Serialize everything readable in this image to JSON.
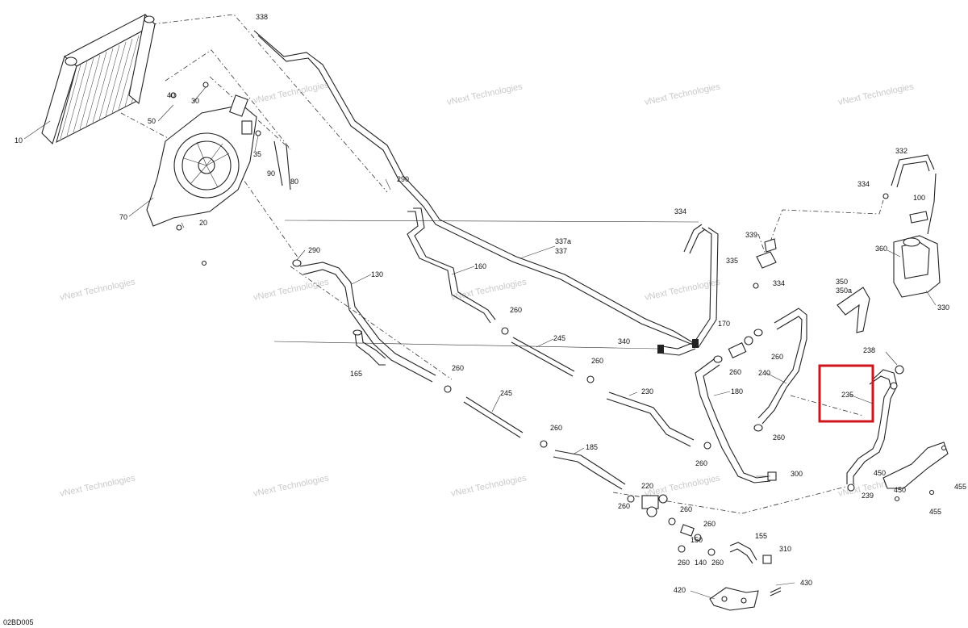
{
  "diagram_code": "02BD005",
  "watermark_text": "vNext Technologies",
  "highlight_color": "#d0141b",
  "highlighted_part": "235",
  "callouts": [
    {
      "id": "c338",
      "text": "338"
    },
    {
      "id": "c40",
      "text": "40"
    },
    {
      "id": "c30",
      "text": "30"
    },
    {
      "id": "c50",
      "text": "50"
    },
    {
      "id": "c10",
      "text": "10"
    },
    {
      "id": "c35",
      "text": "35"
    },
    {
      "id": "c90",
      "text": "90"
    },
    {
      "id": "c80",
      "text": "80"
    },
    {
      "id": "c70",
      "text": "70"
    },
    {
      "id": "c20",
      "text": "20"
    },
    {
      "id": "c290a",
      "text": "290"
    },
    {
      "id": "c290b",
      "text": "290"
    },
    {
      "id": "c130",
      "text": "130"
    },
    {
      "id": "c165",
      "text": "165"
    },
    {
      "id": "c160",
      "text": "160"
    },
    {
      "id": "c337a",
      "text": "337a"
    },
    {
      "id": "c337",
      "text": "337"
    },
    {
      "id": "c260a",
      "text": "260"
    },
    {
      "id": "c245a",
      "text": "245"
    },
    {
      "id": "c260b",
      "text": "260"
    },
    {
      "id": "c245b",
      "text": "245"
    },
    {
      "id": "c260c",
      "text": "260"
    },
    {
      "id": "c230",
      "text": "230"
    },
    {
      "id": "c260d",
      "text": "260"
    },
    {
      "id": "c185",
      "text": "185"
    },
    {
      "id": "c340",
      "text": "340"
    },
    {
      "id": "c334a",
      "text": "334"
    },
    {
      "id": "c339",
      "text": "339"
    },
    {
      "id": "c335",
      "text": "335"
    },
    {
      "id": "c334b",
      "text": "334"
    },
    {
      "id": "c170",
      "text": "170"
    },
    {
      "id": "c260e",
      "text": "260"
    },
    {
      "id": "c260f",
      "text": "260"
    },
    {
      "id": "c240",
      "text": "240"
    },
    {
      "id": "c180",
      "text": "180"
    },
    {
      "id": "c260g",
      "text": "260"
    },
    {
      "id": "c260h",
      "text": "260"
    },
    {
      "id": "c300",
      "text": "300"
    },
    {
      "id": "c332",
      "text": "332"
    },
    {
      "id": "c334c",
      "text": "334"
    },
    {
      "id": "c100",
      "text": "100"
    },
    {
      "id": "c360",
      "text": "360"
    },
    {
      "id": "c350",
      "text": "350"
    },
    {
      "id": "c350a",
      "text": "350a"
    },
    {
      "id": "c330",
      "text": "330"
    },
    {
      "id": "c238",
      "text": "238"
    },
    {
      "id": "c235",
      "text": "235"
    },
    {
      "id": "c450a",
      "text": "450"
    },
    {
      "id": "c450b",
      "text": "450"
    },
    {
      "id": "c455a",
      "text": "455"
    },
    {
      "id": "c455b",
      "text": "455"
    },
    {
      "id": "c239",
      "text": "239"
    },
    {
      "id": "c220",
      "text": "220"
    },
    {
      "id": "c260i",
      "text": "260"
    },
    {
      "id": "c260j",
      "text": "260"
    },
    {
      "id": "c150",
      "text": "150"
    },
    {
      "id": "c260k",
      "text": "260"
    },
    {
      "id": "c155",
      "text": "155"
    },
    {
      "id": "c310",
      "text": "310"
    },
    {
      "id": "c260l",
      "text": "260"
    },
    {
      "id": "c140",
      "text": "140"
    },
    {
      "id": "c260m",
      "text": "260"
    },
    {
      "id": "c420",
      "text": "420"
    },
    {
      "id": "c430",
      "text": "430"
    }
  ]
}
